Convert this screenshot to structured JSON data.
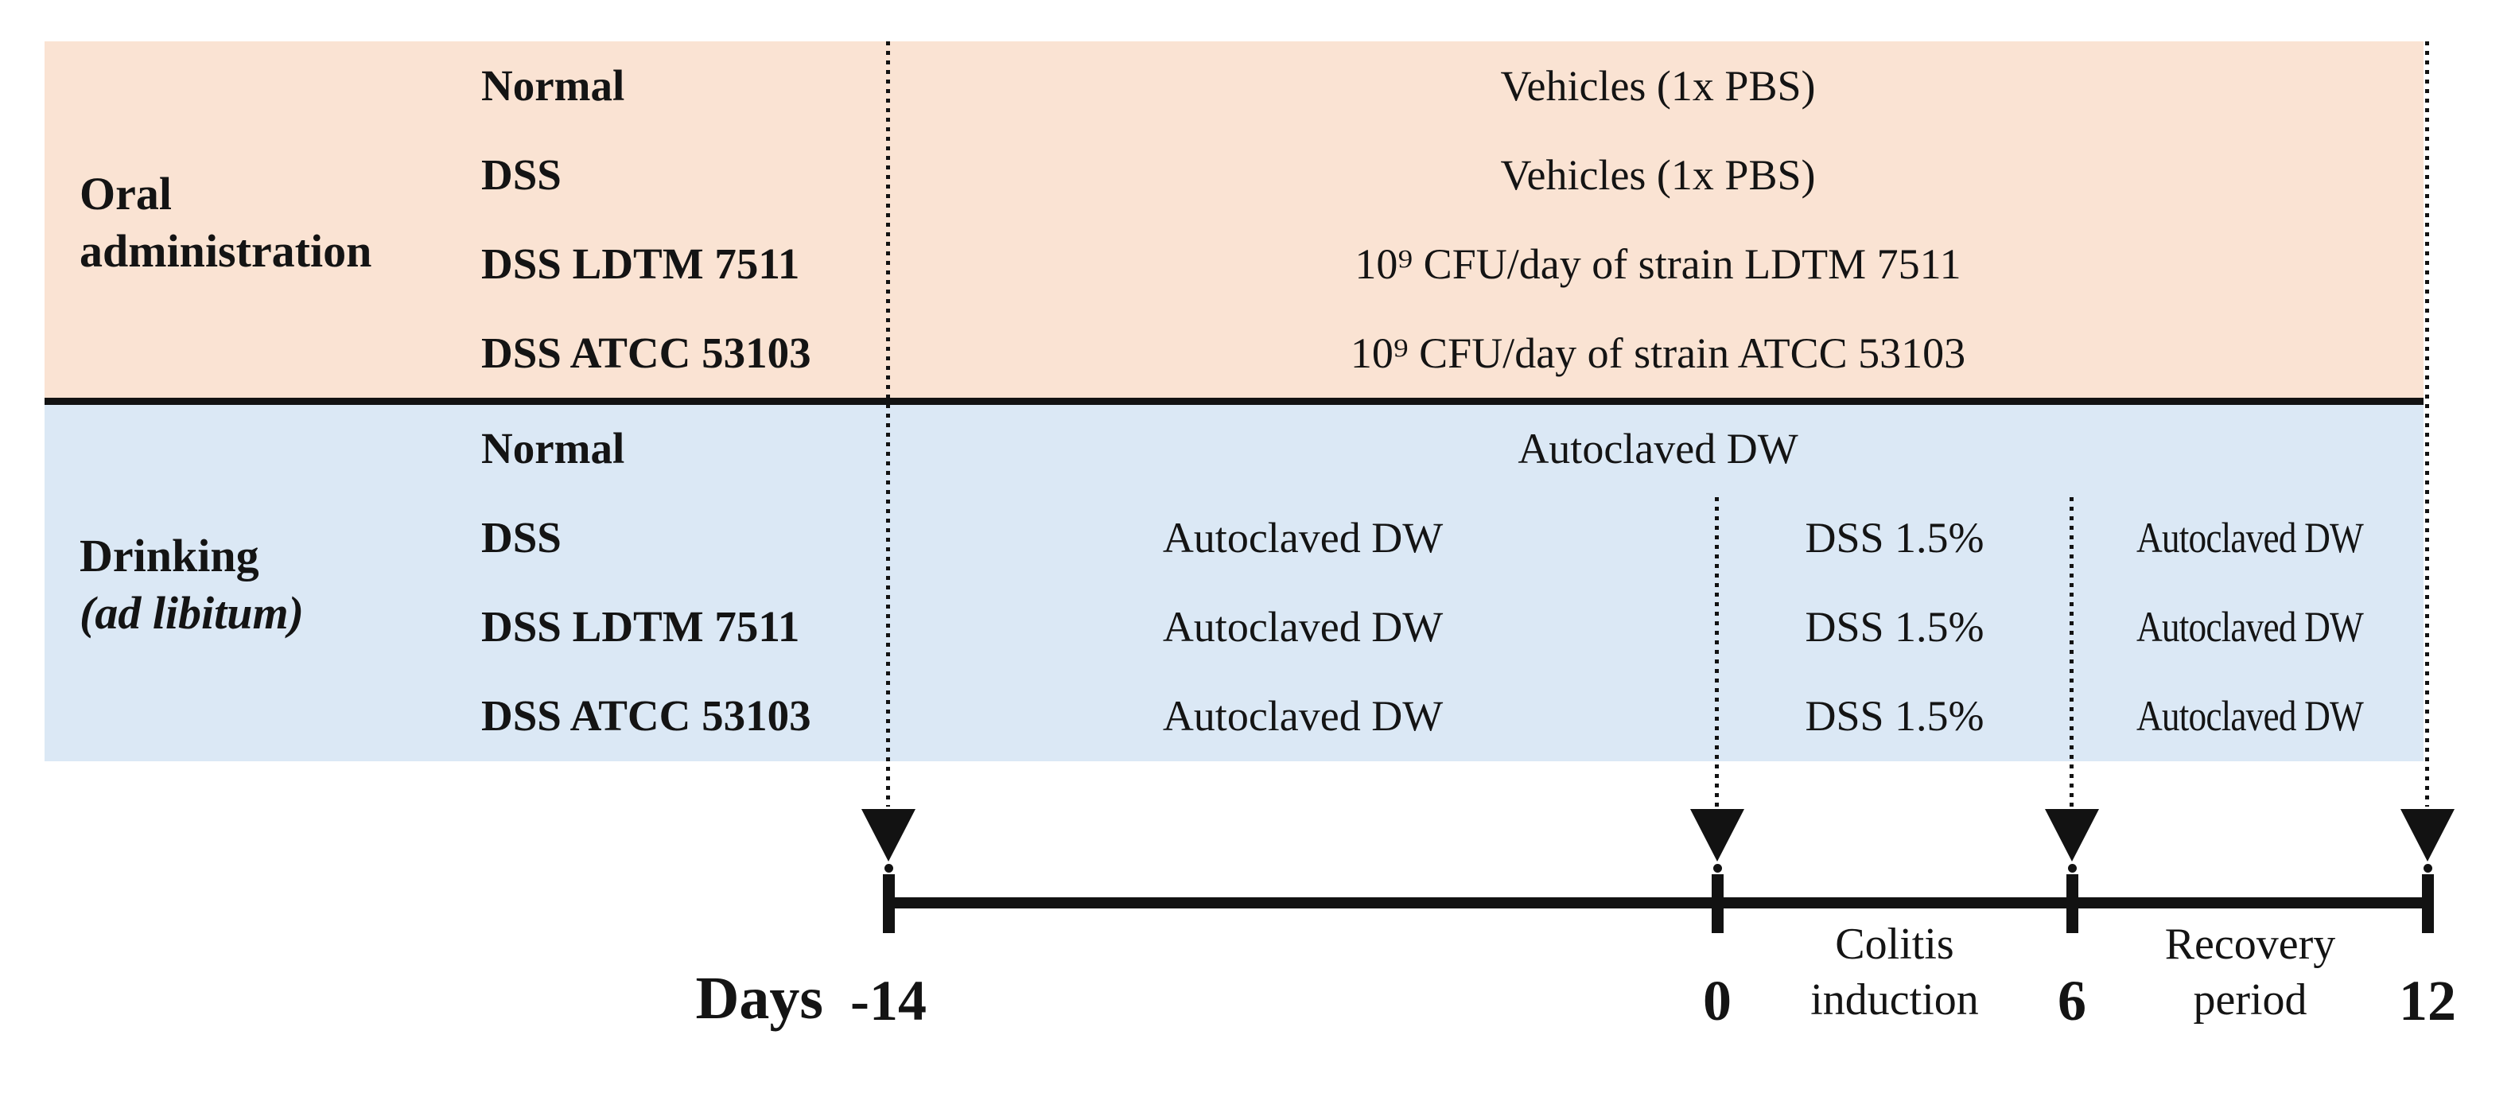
{
  "colors": {
    "oral_panel_bg": "#FAE3D3",
    "drinking_panel_bg": "#DBE8F5",
    "line_color": "#121212"
  },
  "oral": {
    "label_line1": "Oral",
    "label_line2": "administration",
    "rows": [
      {
        "group": "Normal",
        "value": "Vehicles (1x PBS)"
      },
      {
        "group": "DSS",
        "value": "Vehicles (1x PBS)"
      },
      {
        "group": "DSS LDTM 7511",
        "value": "10⁹ CFU/day of strain LDTM 7511"
      },
      {
        "group": "DSS ATCC 53103",
        "value": "10⁹ CFU/day of strain ATCC 53103"
      }
    ]
  },
  "drinking": {
    "label_line1": "Drinking",
    "label_line2": "(ad libitum)",
    "rows": [
      {
        "group": "Normal",
        "full_span": "Autoclaved DW"
      },
      {
        "group": "DSS",
        "pre_induction": "Autoclaved DW",
        "induction": "DSS 1.5%",
        "recovery": "Autoclaved DW"
      },
      {
        "group": "DSS LDTM 7511",
        "pre_induction": "Autoclaved DW",
        "induction": "DSS 1.5%",
        "recovery": "Autoclaved DW"
      },
      {
        "group": "DSS ATCC 53103",
        "pre_induction": "Autoclaved DW",
        "induction": "DSS 1.5%",
        "recovery": "Autoclaved DW"
      }
    ]
  },
  "timeline": {
    "axis_label": "Days",
    "tick_days": [
      "-14",
      "0",
      "6",
      "12"
    ],
    "phases": [
      {
        "line1": "Colitis",
        "line2": "induction"
      },
      {
        "line1": "Recovery",
        "line2": "period"
      }
    ]
  }
}
